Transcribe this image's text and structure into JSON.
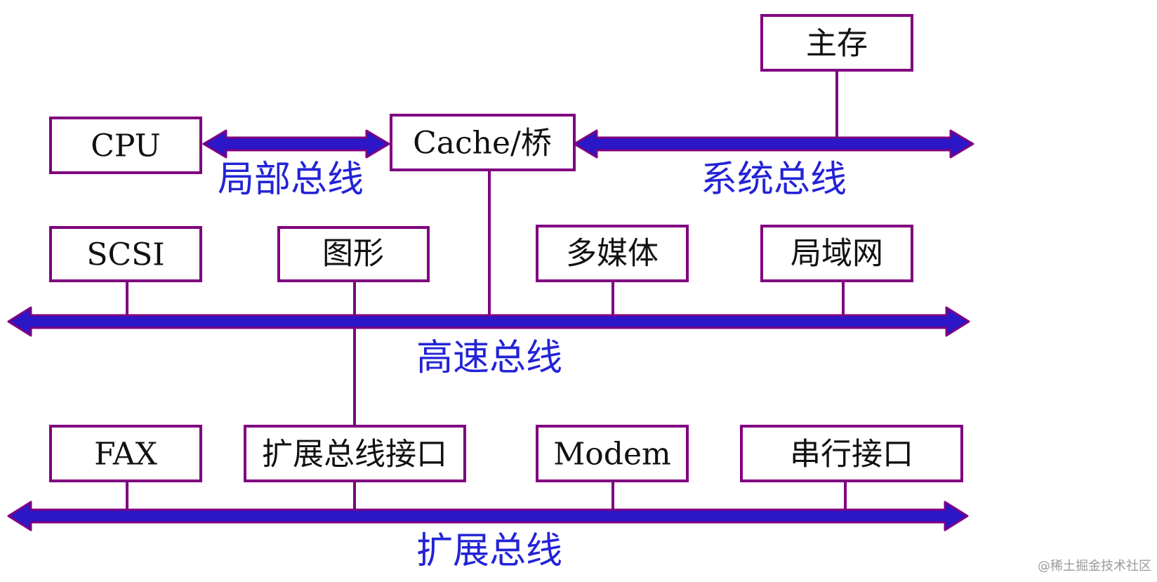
{
  "components": {
    "main_memory": "主存",
    "cpu": "CPU",
    "cache_bridge": "Cache/桥",
    "scsi": "SCSI",
    "graphics": "图形",
    "multimedia": "多媒体",
    "lan": "局域网",
    "fax": "FAX",
    "expansion_bus_interface": "扩展总线接口",
    "modem": "Modem",
    "serial_interface": "串行接口"
  },
  "buses": {
    "local_bus": "局部总线",
    "system_bus": "系统总线",
    "high_speed_bus": "高速总线",
    "expansion_bus": "扩展总线"
  },
  "watermark": "@稀土掘金技术社区",
  "colors": {
    "box_border": "#800080",
    "bus_fill": "#2b16c8",
    "bus_outline": "#800080",
    "label": "#2323d6"
  }
}
